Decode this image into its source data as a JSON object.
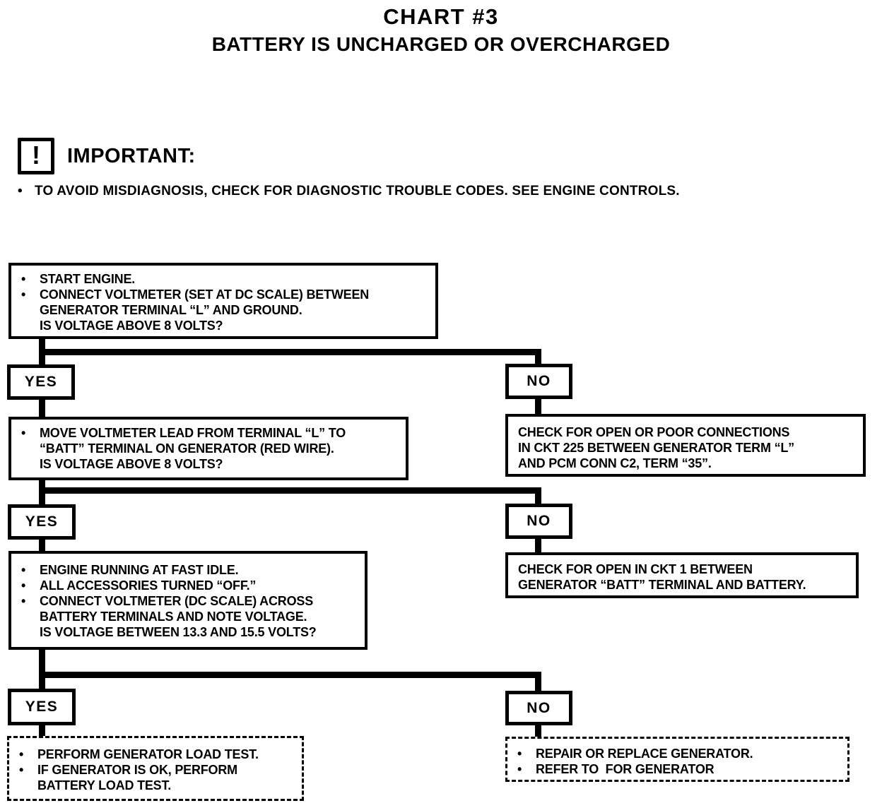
{
  "title": {
    "line1": "CHART #3",
    "line2": "BATTERY IS UNCHARGED OR OVERCHARGED"
  },
  "important": {
    "icon": "exclamation-icon",
    "icon_glyph": "!",
    "heading": "IMPORTANT:",
    "note": {
      "dot": "•",
      "text": "TO AVOID MISDIAGNOSIS, CHECK FOR DIAGNOSTIC TROUBLE CODES. SEE ENGINE CONTROLS."
    }
  },
  "labels": {
    "yes": "YES",
    "no": "NO"
  },
  "flowchart": {
    "step1": {
      "lines": [
        {
          "dot": "•",
          "text": "START ENGINE."
        },
        {
          "dot": "•",
          "text": "CONNECT VOLTMETER (SET AT DC SCALE) BETWEEN"
        },
        {
          "dot": "",
          "text": "GENERATOR TERMINAL “L” AND GROUND."
        },
        {
          "dot": "",
          "text": "IS VOLTAGE ABOVE 8 VOLTS?"
        }
      ]
    },
    "step2_yes": {
      "lines": [
        {
          "dot": "•",
          "text": "MOVE VOLTMETER LEAD FROM TERMINAL “L” TO"
        },
        {
          "dot": "",
          "text": "“BATT” TERMINAL ON GENERATOR (RED WIRE)."
        },
        {
          "dot": "",
          "text": "IS VOLTAGE ABOVE 8 VOLTS?"
        }
      ]
    },
    "step2_no": {
      "lines": [
        {
          "dot": "",
          "text": "CHECK FOR OPEN OR POOR CONNECTIONS"
        },
        {
          "dot": "",
          "text": "IN CKT 225 BETWEEN GENERATOR TERM “L”"
        },
        {
          "dot": "",
          "text": "AND PCM CONN C2, TERM “35”."
        }
      ]
    },
    "step3_yes": {
      "lines": [
        {
          "dot": "•",
          "text": "ENGINE RUNNING AT FAST IDLE."
        },
        {
          "dot": "•",
          "text": "ALL ACCESSORIES TURNED “OFF.”"
        },
        {
          "dot": "•",
          "text": "CONNECT VOLTMETER (DC SCALE) ACROSS"
        },
        {
          "dot": "",
          "text": "BATTERY TERMINALS AND NOTE VOLTAGE."
        },
        {
          "dot": "",
          "text": "IS VOLTAGE BETWEEN 13.3 AND 15.5 VOLTS?"
        }
      ]
    },
    "step3_no": {
      "lines": [
        {
          "dot": "",
          "text": "CHECK FOR OPEN IN CKT 1 BETWEEN"
        },
        {
          "dot": "",
          "text": "GENERATOR “BATT” TERMINAL AND BATTERY."
        }
      ]
    },
    "result_yes": {
      "lines": [
        {
          "dot": "•",
          "text": "PERFORM GENERATOR LOAD TEST."
        },
        {
          "dot": "•",
          "text": "IF GENERATOR IS OK, PERFORM"
        },
        {
          "dot": "",
          "text": "BATTERY LOAD TEST."
        }
      ]
    },
    "result_no": {
      "lines": [
        {
          "dot": "•",
          "text": "REPAIR OR REPLACE GENERATOR."
        },
        {
          "dot": "•",
          "text": "REFER TO  FOR GENERATOR"
        }
      ]
    }
  }
}
